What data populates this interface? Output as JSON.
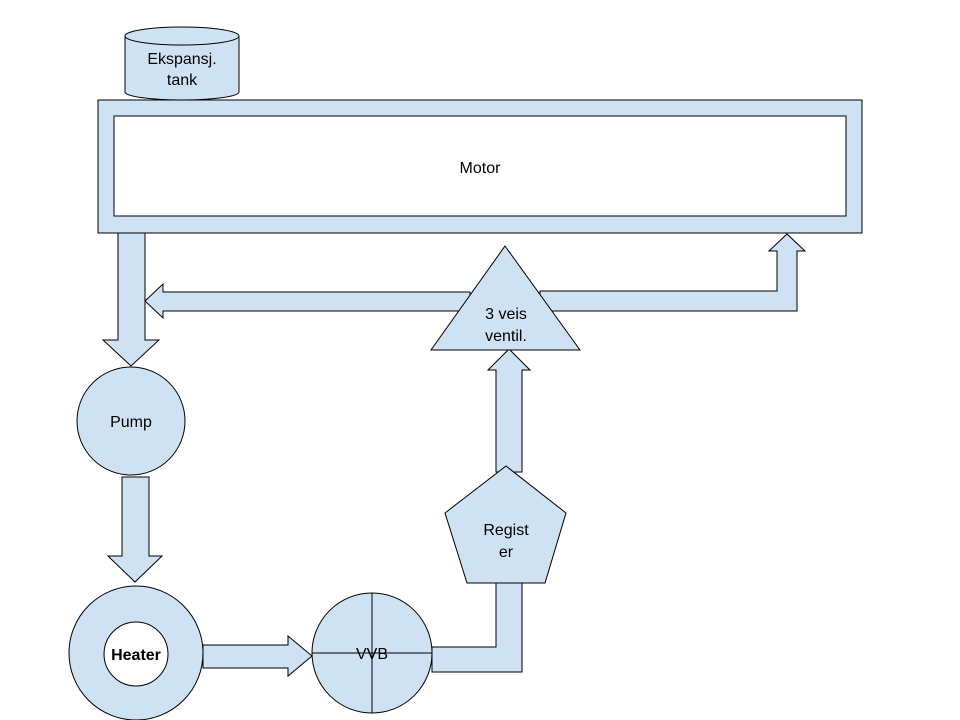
{
  "colors": {
    "fill": "#cfe2f3",
    "stroke": "#000000",
    "background": "#ffffff"
  },
  "nodes": {
    "expansion_tank": {
      "label_line1": "Ekspansj.",
      "label_line2": "tank"
    },
    "motor": {
      "label": "Motor"
    },
    "three_way_valve": {
      "label_line1": "3 veis",
      "label_line2": "ventil."
    },
    "pump": {
      "label": "Pump"
    },
    "heater": {
      "label": "Heater"
    },
    "vvb": {
      "label": "VVB"
    },
    "register": {
      "label_line1": "Regist",
      "label_line2": "er"
    }
  },
  "connections": [
    {
      "from": "motor",
      "to": "pump"
    },
    {
      "from": "pump",
      "to": "heater"
    },
    {
      "from": "heater",
      "to": "vvb"
    },
    {
      "from": "vvb",
      "to": "register"
    },
    {
      "from": "register",
      "to": "three_way_valve"
    },
    {
      "from": "three_way_valve",
      "to": "motor"
    },
    {
      "from": "three_way_valve",
      "to": "motor-outlet-pipe"
    }
  ]
}
